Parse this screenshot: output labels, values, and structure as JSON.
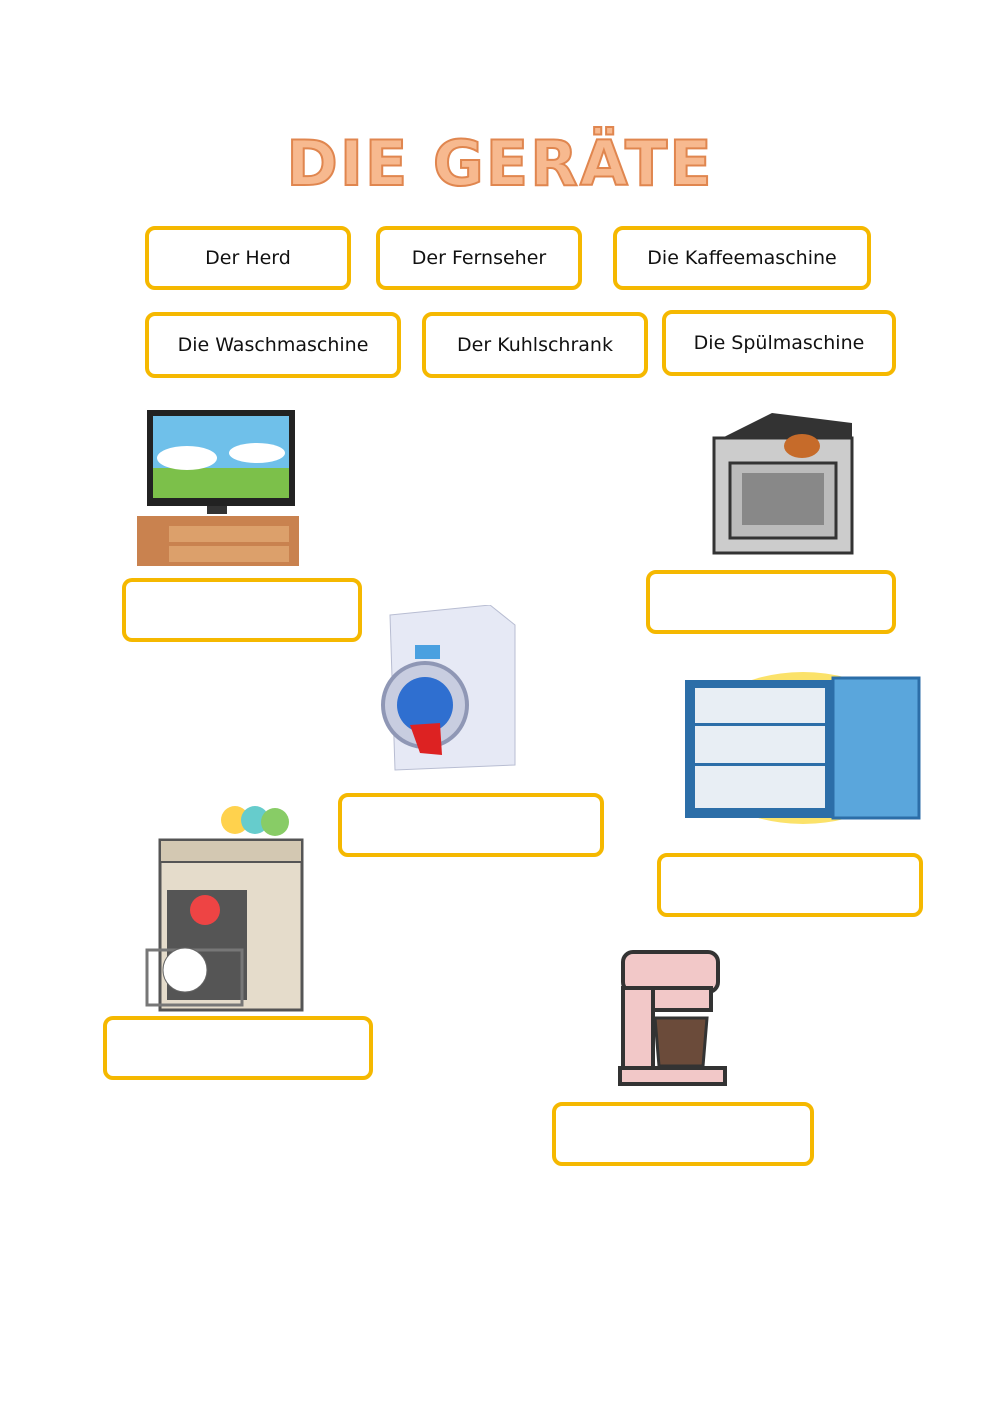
{
  "title": "DIE GERÄTE",
  "word_bank": [
    "Der Herd",
    "Der Fernseher",
    "Die Kaffeemaschine",
    "Die Waschmaschine",
    "Der Kuhlschrank",
    "Die Spülmaschine"
  ],
  "answers": [
    "",
    "",
    "",
    "",
    "",
    ""
  ],
  "colors": {
    "border": "#f5b800",
    "title_fill": "#f7b98f",
    "title_stroke": "#e0864f"
  },
  "images": [
    "television-icon",
    "stove-icon",
    "washing-machine-icon",
    "fridge-icon",
    "dishwasher-icon",
    "coffee-maker-icon"
  ]
}
